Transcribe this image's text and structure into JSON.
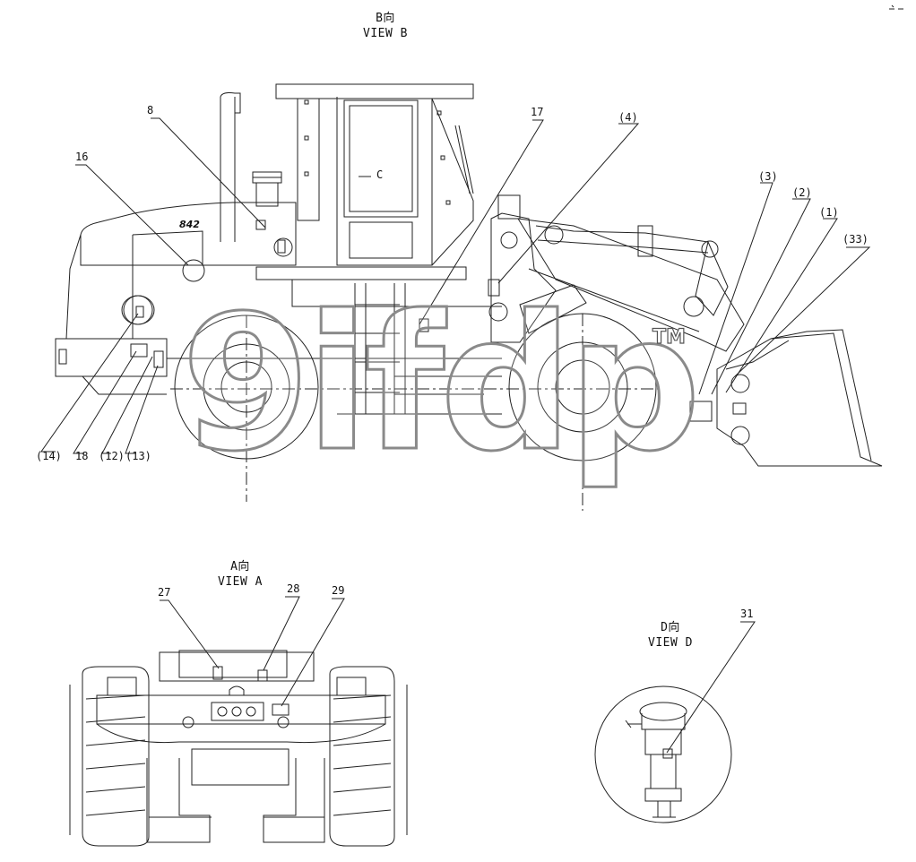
{
  "views": {
    "b": {
      "title_cn": "B向",
      "title_en": "VIEW B"
    },
    "a": {
      "title_cn": "A向",
      "title_en": "VIEW A"
    },
    "d": {
      "title_cn": "D向",
      "title_en": "VIEW D"
    },
    "c_label": "C"
  },
  "model_badge": "842",
  "callouts": {
    "c8": "8",
    "c16": "16",
    "c17": "17",
    "c4": "(4)",
    "c3": "(3)",
    "c2": "(2)",
    "c1": "(1)",
    "c33": "(33)",
    "c14": "(14)",
    "c18": "18",
    "c12": "(12)",
    "c13": "(13)",
    "c27": "27",
    "c28": "28",
    "c29": "29",
    "c31": "31"
  },
  "watermark": {
    "text": "9ifdp",
    "trademark": "TM"
  }
}
